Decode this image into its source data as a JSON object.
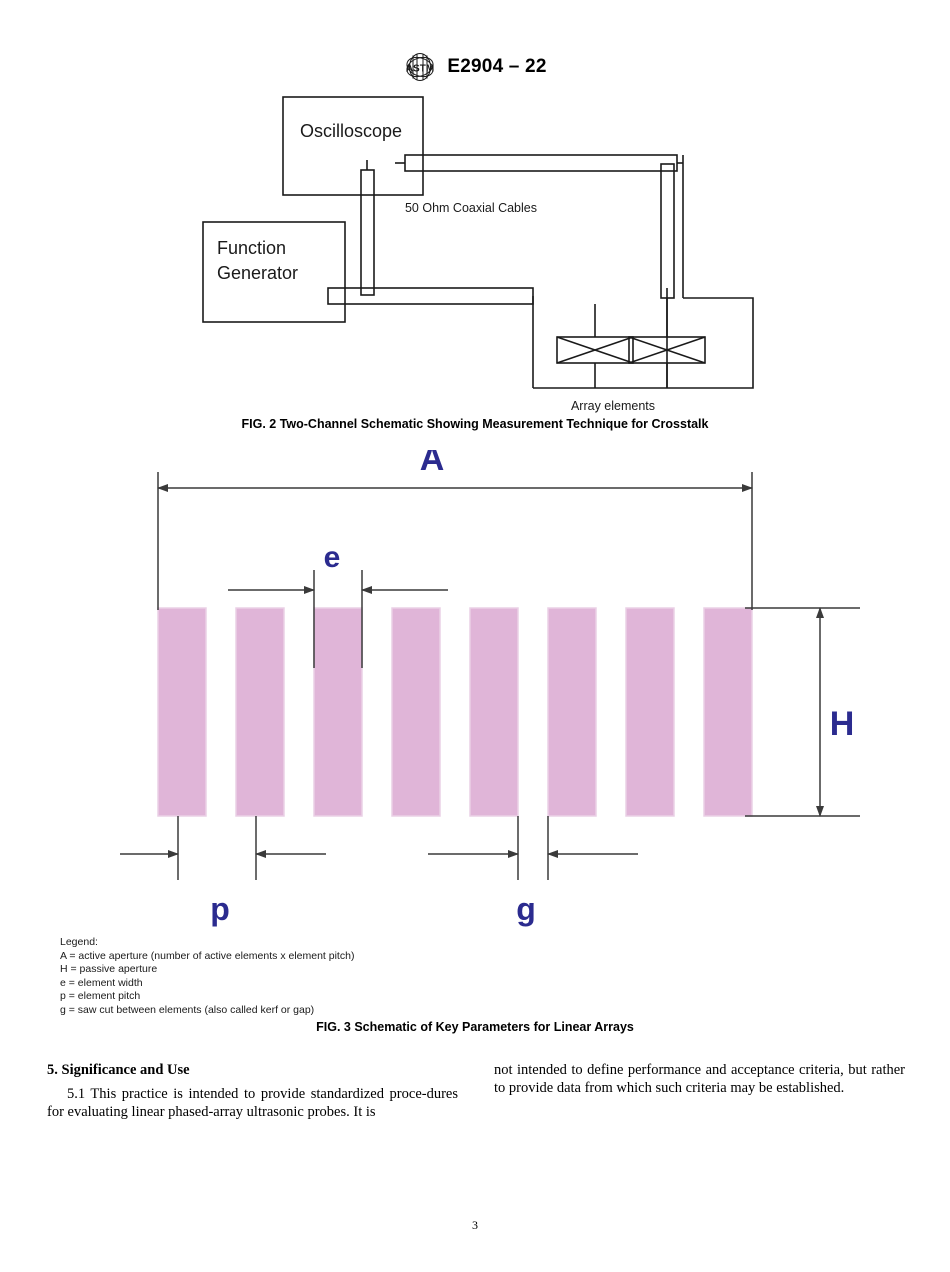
{
  "header": {
    "logo_icon": "astm-logo-icon",
    "designation": "E2904 – 22"
  },
  "figure2": {
    "caption": "FIG. 2 Two-Channel Schematic Showing Measurement Technique for Crosstalk",
    "boxes": {
      "oscilloscope": "Oscilloscope",
      "function_generator_line1": "Function",
      "function_generator_line2": "Generator"
    },
    "labels": {
      "cables": "50 Ohm Coaxial Cables",
      "array_elements": "Array elements"
    }
  },
  "figure3": {
    "caption": "FIG. 3 Schematic of Key Parameters for Linear Arrays",
    "dimension_labels": {
      "active_aperture": "A",
      "element_width": "e",
      "passive_aperture": "H",
      "element_pitch": "p",
      "gap": "g"
    },
    "element_count": 8,
    "colors": {
      "element_fill": "#e0b5d8",
      "element_stroke": "#e8cfe4",
      "dimension_label": "#2b2b8f",
      "line": "#3a3a3a"
    },
    "legend": {
      "title": "Legend:",
      "items": [
        "A = active aperture (number of active elements x element pitch)",
        "H = passive aperture",
        "e = element width",
        "p = element pitch",
        "g = saw cut between elements (also called kerf or gap)"
      ]
    }
  },
  "body": {
    "section_number_heading": "5.  Significance and Use",
    "left_paragraph": "5.1  This practice is intended to provide standardized proce-dures for evaluating linear phased-array ultrasonic probes. It is",
    "right_paragraph": "not intended to define performance and acceptance criteria, but rather to provide data from which such criteria may be established."
  },
  "footer": {
    "page_number": "3"
  }
}
